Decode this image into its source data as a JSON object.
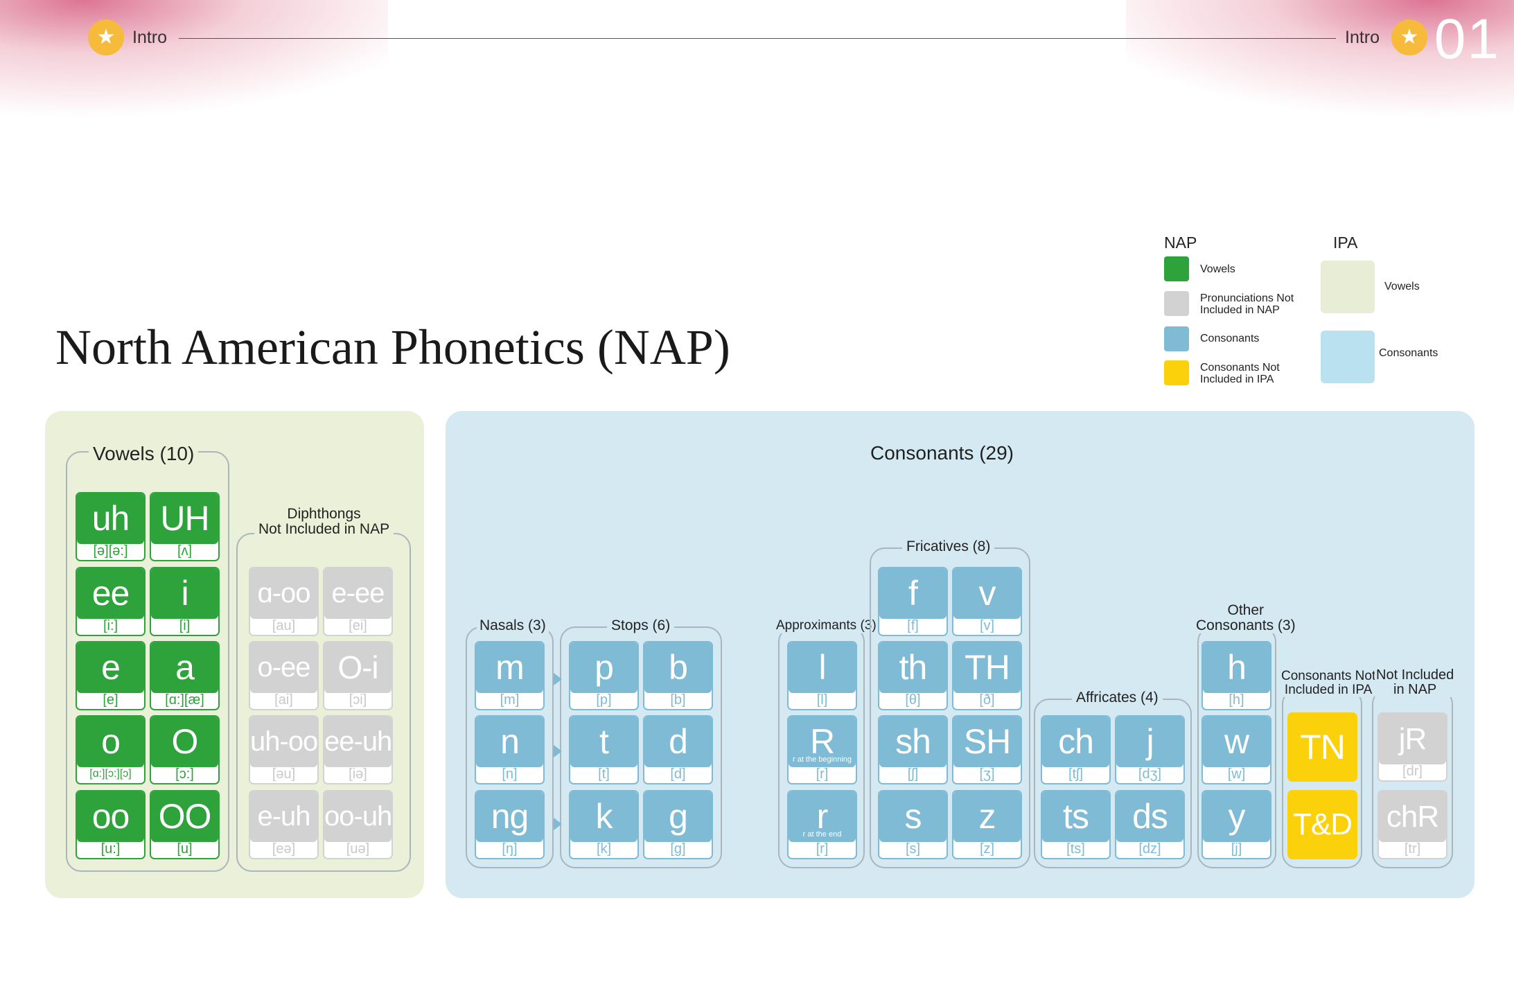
{
  "header": {
    "left_label": "Intro",
    "right_label": "Intro",
    "page_number": "01",
    "star_glyph": "★"
  },
  "title": "North American Phonetics  (NAP)",
  "legend": {
    "nap_title": "NAP",
    "ipa_title": "IPA",
    "nap_items": [
      {
        "label": "Vowels",
        "color": "#2fa33b"
      },
      {
        "label": "Pronunciations Not\nIncluded in NAP",
        "color": "#d2d2d2"
      },
      {
        "label": "Consonants",
        "color": "#7fbbd5"
      },
      {
        "label": "Consonants Not\nIncluded in IPA",
        "color": "#fbd10c"
      }
    ],
    "ipa_items": [
      {
        "label": "Vowels",
        "color": "#e8eed5"
      },
      {
        "label": "Consonants",
        "color": "#b9e1f0"
      }
    ]
  },
  "vowels": {
    "title": "Vowels (10)",
    "items": [
      {
        "nap": "uh",
        "ipa": "[ə][ə:]"
      },
      {
        "nap": "UH",
        "ipa": "[ʌ]"
      },
      {
        "nap": "ee",
        "ipa": "[i:]"
      },
      {
        "nap": "i",
        "ipa": "[i]"
      },
      {
        "nap": "e",
        "ipa": "[e]"
      },
      {
        "nap": "a",
        "ipa": "[ɑ:][æ]"
      },
      {
        "nap": "o",
        "ipa": "[ɑ:][ɔ:][ɔ]"
      },
      {
        "nap": "O",
        "ipa": "[ɔ:]"
      },
      {
        "nap": "oo",
        "ipa": "[u:]"
      },
      {
        "nap": "OO",
        "ipa": "[u]"
      }
    ]
  },
  "diphthongs": {
    "title": "Diphthongs\nNot Included in NAP",
    "items": [
      {
        "nap": "ɑ-oo",
        "ipa": "[au]"
      },
      {
        "nap": "e-ee",
        "ipa": "[ei]"
      },
      {
        "nap": "o-ee",
        "ipa": "[ai]"
      },
      {
        "nap": "O-i",
        "ipa": "[ɔi]"
      },
      {
        "nap": "uh-oo",
        "ipa": "[əu]"
      },
      {
        "nap": "ee-uh",
        "ipa": "[iə]"
      },
      {
        "nap": "e-uh",
        "ipa": "[eə]"
      },
      {
        "nap": "oo-uh",
        "ipa": "[uə]"
      }
    ]
  },
  "consonants": {
    "title": "Consonants (29)",
    "nasals": {
      "title": "Nasals (3)",
      "items": [
        {
          "nap": "m",
          "ipa": "[m]"
        },
        {
          "nap": "n",
          "ipa": "[n]"
        },
        {
          "nap": "ng",
          "ipa": "[ŋ]"
        }
      ]
    },
    "stops": {
      "title": "Stops (6)",
      "items": [
        {
          "nap": "p",
          "ipa": "[p]"
        },
        {
          "nap": "b",
          "ipa": "[b]"
        },
        {
          "nap": "t",
          "ipa": "[t]"
        },
        {
          "nap": "d",
          "ipa": "[d]"
        },
        {
          "nap": "k",
          "ipa": "[k]"
        },
        {
          "nap": "g",
          "ipa": "[g]"
        }
      ]
    },
    "approximants": {
      "title": "Approximants (3)",
      "items": [
        {
          "nap": "l",
          "ipa": "[l]",
          "note": ""
        },
        {
          "nap": "R",
          "ipa": "[r]",
          "note": "r at the beginning"
        },
        {
          "nap": "r",
          "ipa": "[r]",
          "note": "r at the end"
        }
      ]
    },
    "fricatives": {
      "title": "Fricatives (8)",
      "items": [
        {
          "nap": "f",
          "ipa": "[f]"
        },
        {
          "nap": "v",
          "ipa": "[v]"
        },
        {
          "nap": "th",
          "ipa": "[θ]"
        },
        {
          "nap": "TH",
          "ipa": "[ð]"
        },
        {
          "nap": "sh",
          "ipa": "[ʃ]"
        },
        {
          "nap": "SH",
          "ipa": "[ʒ]"
        },
        {
          "nap": "s",
          "ipa": "[s]"
        },
        {
          "nap": "z",
          "ipa": "[z]"
        }
      ]
    },
    "affricates": {
      "title": "Affricates (4)",
      "items": [
        {
          "nap": "ch",
          "ipa": "[tʃ]"
        },
        {
          "nap": "j",
          "ipa": "[dʒ]"
        },
        {
          "nap": "ts",
          "ipa": "[ts]"
        },
        {
          "nap": "ds",
          "ipa": "[dz]"
        }
      ]
    },
    "other": {
      "title": "Other\nConsonants (3)",
      "items": [
        {
          "nap": "h",
          "ipa": "[h]"
        },
        {
          "nap": "w",
          "ipa": "[w]"
        },
        {
          "nap": "y",
          "ipa": "[j]"
        }
      ]
    },
    "not_in_ipa": {
      "title": "Consonants Not\nIncluded in IPA",
      "items": [
        {
          "nap": "TN"
        },
        {
          "nap": "T&D"
        }
      ]
    },
    "not_in_nap": {
      "title": "Not Included\nin NAP",
      "items": [
        {
          "nap": "jR",
          "ipa": "[dr]"
        },
        {
          "nap": "chR",
          "ipa": "[tr]"
        }
      ]
    }
  }
}
